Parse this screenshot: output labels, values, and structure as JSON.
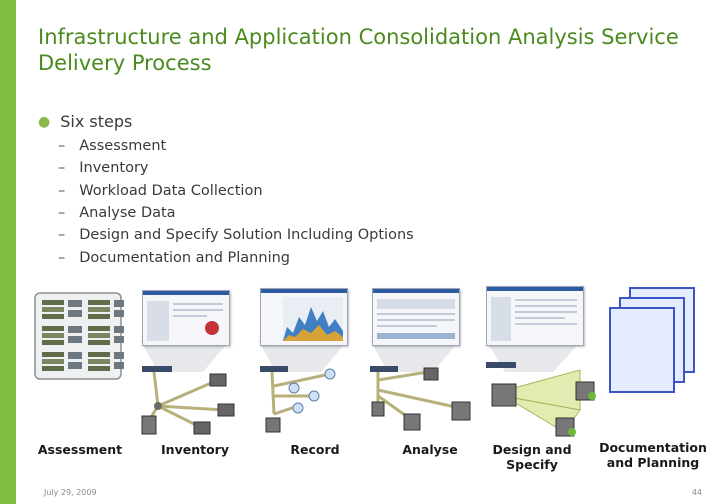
{
  "slide": {
    "title": "Infrastructure and Application Consolidation Analysis Service Delivery Process",
    "bullet": "Six steps",
    "steps": [
      "Assessment",
      "Inventory",
      "Workload Data Collection",
      "Analyse Data",
      "Design and Specify Solution Including Options",
      "Documentation and Planning"
    ],
    "stage_labels": [
      "Assessment",
      "Inventory",
      "Record",
      "Analyse",
      "Design and Specify",
      "Documentation and Planning"
    ],
    "footer_date": "July 29, 2009",
    "page_number": "44"
  },
  "colors": {
    "accent": "#7fbf3f",
    "title": "#4a8a1e",
    "doc_fill": "#e6ecff",
    "doc_border": "#3b55c8"
  },
  "icons": [
    "rack-servers-icon",
    "network-diagram-icon",
    "document-stack-icon"
  ]
}
